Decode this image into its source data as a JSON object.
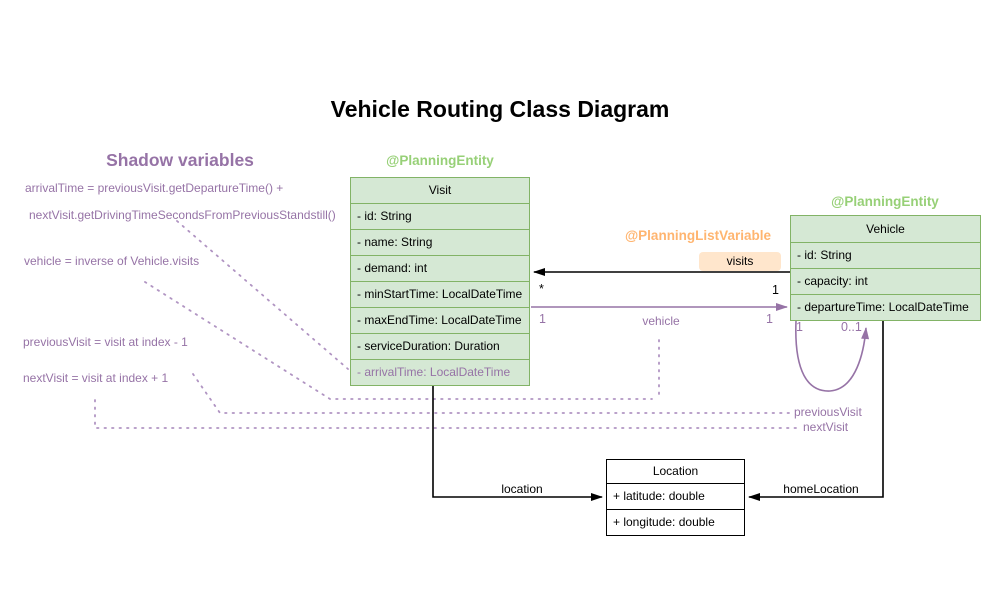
{
  "title": "Vehicle Routing Class Diagram",
  "shadow_panel": {
    "heading": "Shadow variables",
    "annotations": [
      "arrivalTime = previousVisit.getDepartureTime() +",
      "nextVisit.getDrivingTimeSecondsFromPreviousStandstill()",
      "vehicle = inverse of Vehicle.visits",
      "previousVisit = visit at index - 1",
      "nextVisit = visit at index + 1"
    ]
  },
  "entities": {
    "visit": {
      "stereotype": "@PlanningEntity",
      "name": "Visit",
      "attributes": [
        "- id: String",
        "- name: String",
        "- demand: int",
        "- minStartTime: LocalDateTime",
        "- maxEndTime: LocalDateTime",
        "- serviceDuration: Duration",
        "- arrivalTime: LocalDateTime"
      ]
    },
    "vehicle": {
      "stereotype": "@PlanningEntity",
      "name": "Vehicle",
      "attributes": [
        "- id: String",
        "- capacity: int",
        "- departureTime: LocalDateTime"
      ]
    },
    "location": {
      "name": "Location",
      "attributes": [
        "+ latitude: double",
        "+ longitude: double"
      ]
    }
  },
  "relations": {
    "visits": {
      "stereotype": "@PlanningListVariable",
      "label": "visits",
      "mult_visit_end": "*",
      "mult_vehicle_end": "1"
    },
    "vehicle_ref": {
      "label": "vehicle",
      "mult_visit_end": "1",
      "mult_vehicle_end": "1"
    },
    "vehicle_self_loop": {
      "mult_left": "1",
      "mult_right": "0..1"
    },
    "location_ref": {
      "label": "location"
    },
    "home_location_ref": {
      "label": "homeLocation"
    },
    "previous_visit_ref": {
      "label": "previousVisit"
    },
    "next_visit_ref": {
      "label": "nextVisit"
    }
  },
  "colors": {
    "entity_fill": "#d5e8d4",
    "entity_stroke": "#82b366",
    "entity_stereotype_text": "#97d077",
    "list_variable_fill": "#ffe6cc",
    "list_variable_text": "#ffb570",
    "shadow_purple": "#9673a6",
    "dotted_purple": "#b094c2",
    "connector_black": "#000000"
  }
}
